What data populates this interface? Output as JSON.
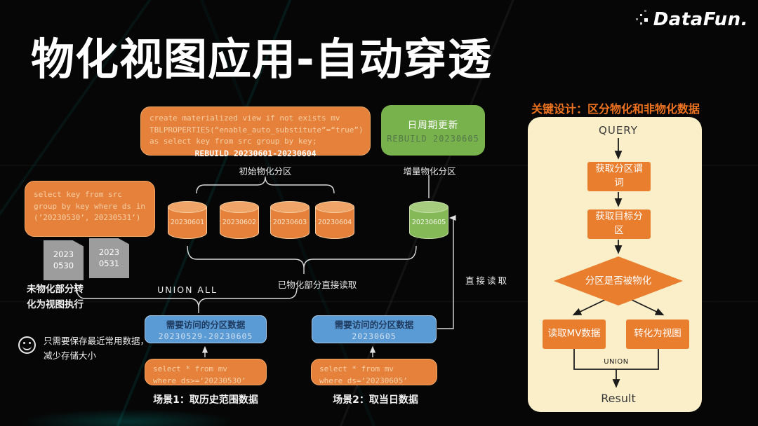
{
  "slide": {
    "title": "物化视图应用-自动穿透",
    "logo_text": "DataFun."
  },
  "mv_create_box": {
    "line1": "create materialized view if not exists mv",
    "line2": "TBLPROPERTIES(“enable_auto_substitute”=“true”)",
    "line3": "as select key from src group by key;",
    "line4": "REBUILD 20230601-20230604"
  },
  "daily_update_box": {
    "line1": "日周期更新",
    "line2": "REBUILD 20230605"
  },
  "select_src_box": {
    "line1": "select key from src",
    "line2": "group by key where ds in",
    "line3": "(’20230530’, 20230531’)"
  },
  "partitions": {
    "materialized": [
      "20230601",
      "20230602",
      "20230603",
      "20230604"
    ],
    "incremental": "20230605"
  },
  "documents": [
    {
      "line1": "2023",
      "line2": "0530"
    },
    {
      "line1": "2023",
      "line2": "0531"
    }
  ],
  "labels": {
    "initial_partitions": "初始物化分区",
    "incremental_partition": "增量物化分区",
    "union_all": "UNION ALL",
    "materialized_read": "已物化部分直接读取",
    "direct_read": "直接读取",
    "doc_caption_line1": "未物化部分转",
    "doc_caption_line2": "化为视图执行"
  },
  "scenario1": {
    "blue_line1": "需要访问的分区数据",
    "blue_line2": "20230529-20230605",
    "sql_line1": "select * from mv",
    "sql_line2": "where ds>=’20230530’",
    "caption": "场景1：取历史范围数据"
  },
  "scenario2": {
    "blue_line1": "需要访问的分区数据",
    "blue_line2": "20230605",
    "sql_line1": "select * from mv",
    "sql_line2": "where ds=’20230605’",
    "caption": "场景2：取当日数据"
  },
  "note": {
    "line1": "只需要保存最近常用数据，",
    "line2": "减少存储大小"
  },
  "right_panel": {
    "heading": "关键设计：区分物化和非物化数据",
    "query": "QUERY",
    "step1": "获取分区谓词",
    "step2": "获取目标分区",
    "decision": "分区是否被物化",
    "branch_left": "读取MV数据",
    "branch_right": "转化为视图",
    "union": "UNION",
    "result": "Result"
  },
  "colors": {
    "box_orange": "#E5813A",
    "flow_orange": "#E87E2E",
    "green": "#77B24C",
    "blue": "#5B9BD5",
    "panel_cream": "#FBEFC9",
    "heading_orange": "#EE7320",
    "background": "#060606"
  }
}
